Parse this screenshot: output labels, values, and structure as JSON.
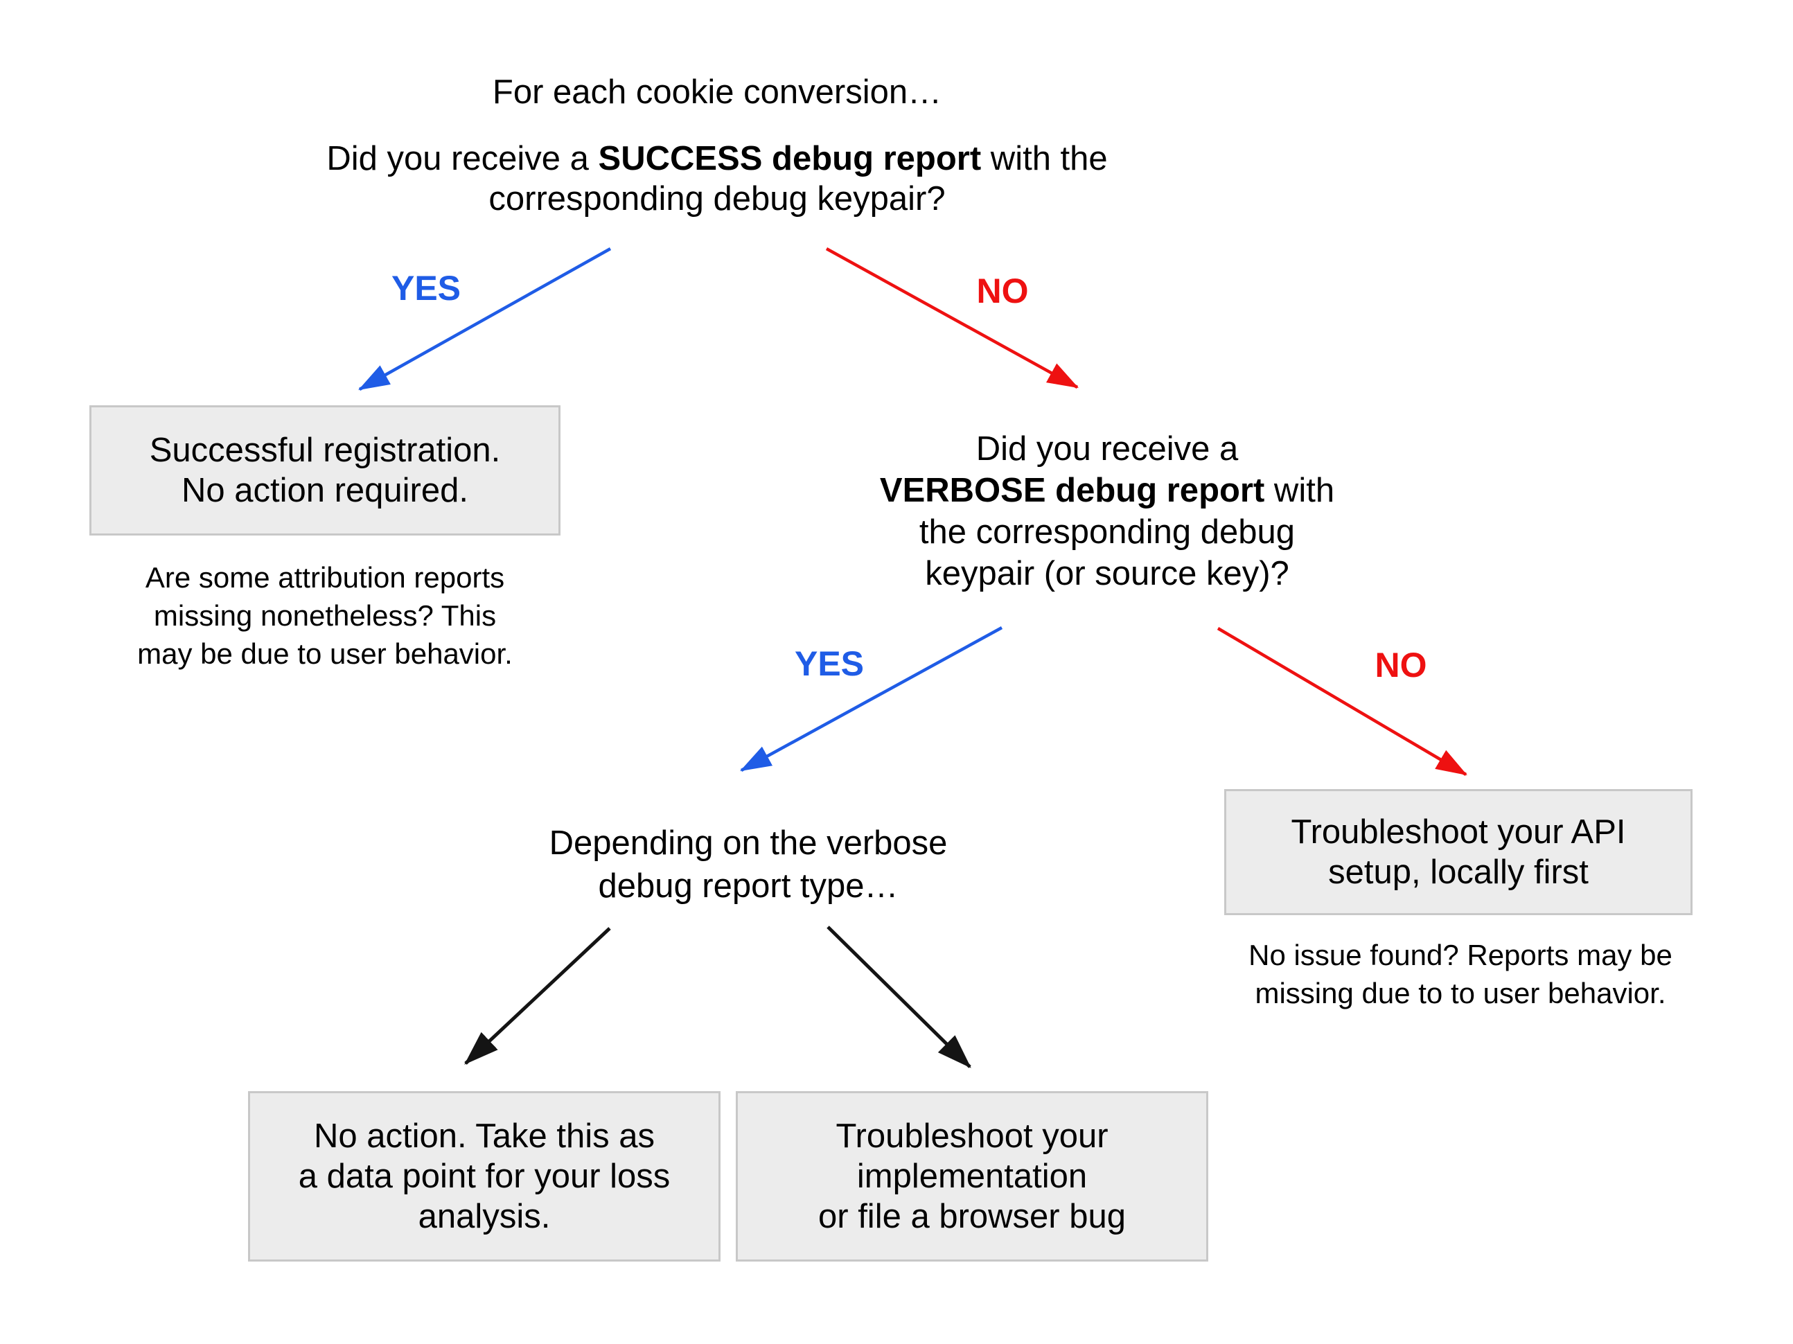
{
  "colors": {
    "yes_blue": "#1f5ce6",
    "no_red": "#ee1111",
    "arrow_black": "#141414",
    "box_fill": "#ececec",
    "box_border": "#c8c8c8",
    "text": "#000000"
  },
  "root_question": {
    "intro": "For each cookie conversion…",
    "line1_prefix": "Did you receive a ",
    "line1_bold": "SUCCESS debug report",
    "line1_suffix": " with the",
    "line2": "corresponding debug keypair?"
  },
  "branch1": {
    "yes_label": "YES",
    "no_label": "NO"
  },
  "success_box": {
    "line1": "Successful registration.",
    "line2": "No action required."
  },
  "success_note": {
    "line1": "Are some attribution reports",
    "line2": "missing nonetheless? This",
    "line3": "may be due to user behavior."
  },
  "verbose_question": {
    "line1": "Did you receive a",
    "line2_bold": "VERBOSE debug report",
    "line2_suffix": " with",
    "line3": "the corresponding debug",
    "line4": "keypair (or source key)?"
  },
  "branch2": {
    "yes_label": "YES",
    "no_label": "NO"
  },
  "depending": {
    "line1": "Depending on the verbose",
    "line2": "debug report type…"
  },
  "no_action_box": {
    "line1": "No action. Take this as",
    "line2": "a data point for your loss",
    "line3": "analysis."
  },
  "impl_box": {
    "line1": "Troubleshoot your",
    "line2": "implementation",
    "line3": "or file a browser bug"
  },
  "api_box": {
    "line1": "Troubleshoot your API",
    "line2": "setup, locally first"
  },
  "api_note": {
    "line1": "No issue found? Reports may be",
    "line2": "missing due to to user behavior."
  }
}
